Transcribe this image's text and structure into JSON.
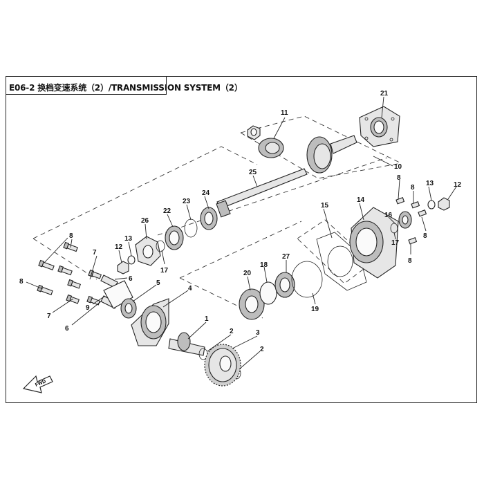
{
  "header": {
    "title": "E06-2 换档变速系统（2）/TRANSMISSION SYSTEM（2）"
  },
  "fwd_label": "FWD",
  "callouts": {
    "c1": "1",
    "c2a": "2",
    "c2b": "2",
    "c3": "3",
    "c4": "4",
    "c5": "5",
    "c6a": "6",
    "c6b": "6",
    "c7a": "7",
    "c7b": "7",
    "c8a": "8",
    "c8b": "8",
    "c8c": "8",
    "c8d": "8",
    "c8e": "8",
    "c8f": "8",
    "c9": "9",
    "c10": "10",
    "c11": "11",
    "c12a": "12",
    "c12b": "12",
    "c13a": "13",
    "c13b": "13",
    "c14": "14",
    "c15": "15",
    "c16": "16",
    "c17a": "17",
    "c17b": "17",
    "c18": "18",
    "c19": "19",
    "c20": "20",
    "c21": "21",
    "c22": "22",
    "c23": "23",
    "c24": "24",
    "c25": "25",
    "c26": "26",
    "c27": "27"
  }
}
